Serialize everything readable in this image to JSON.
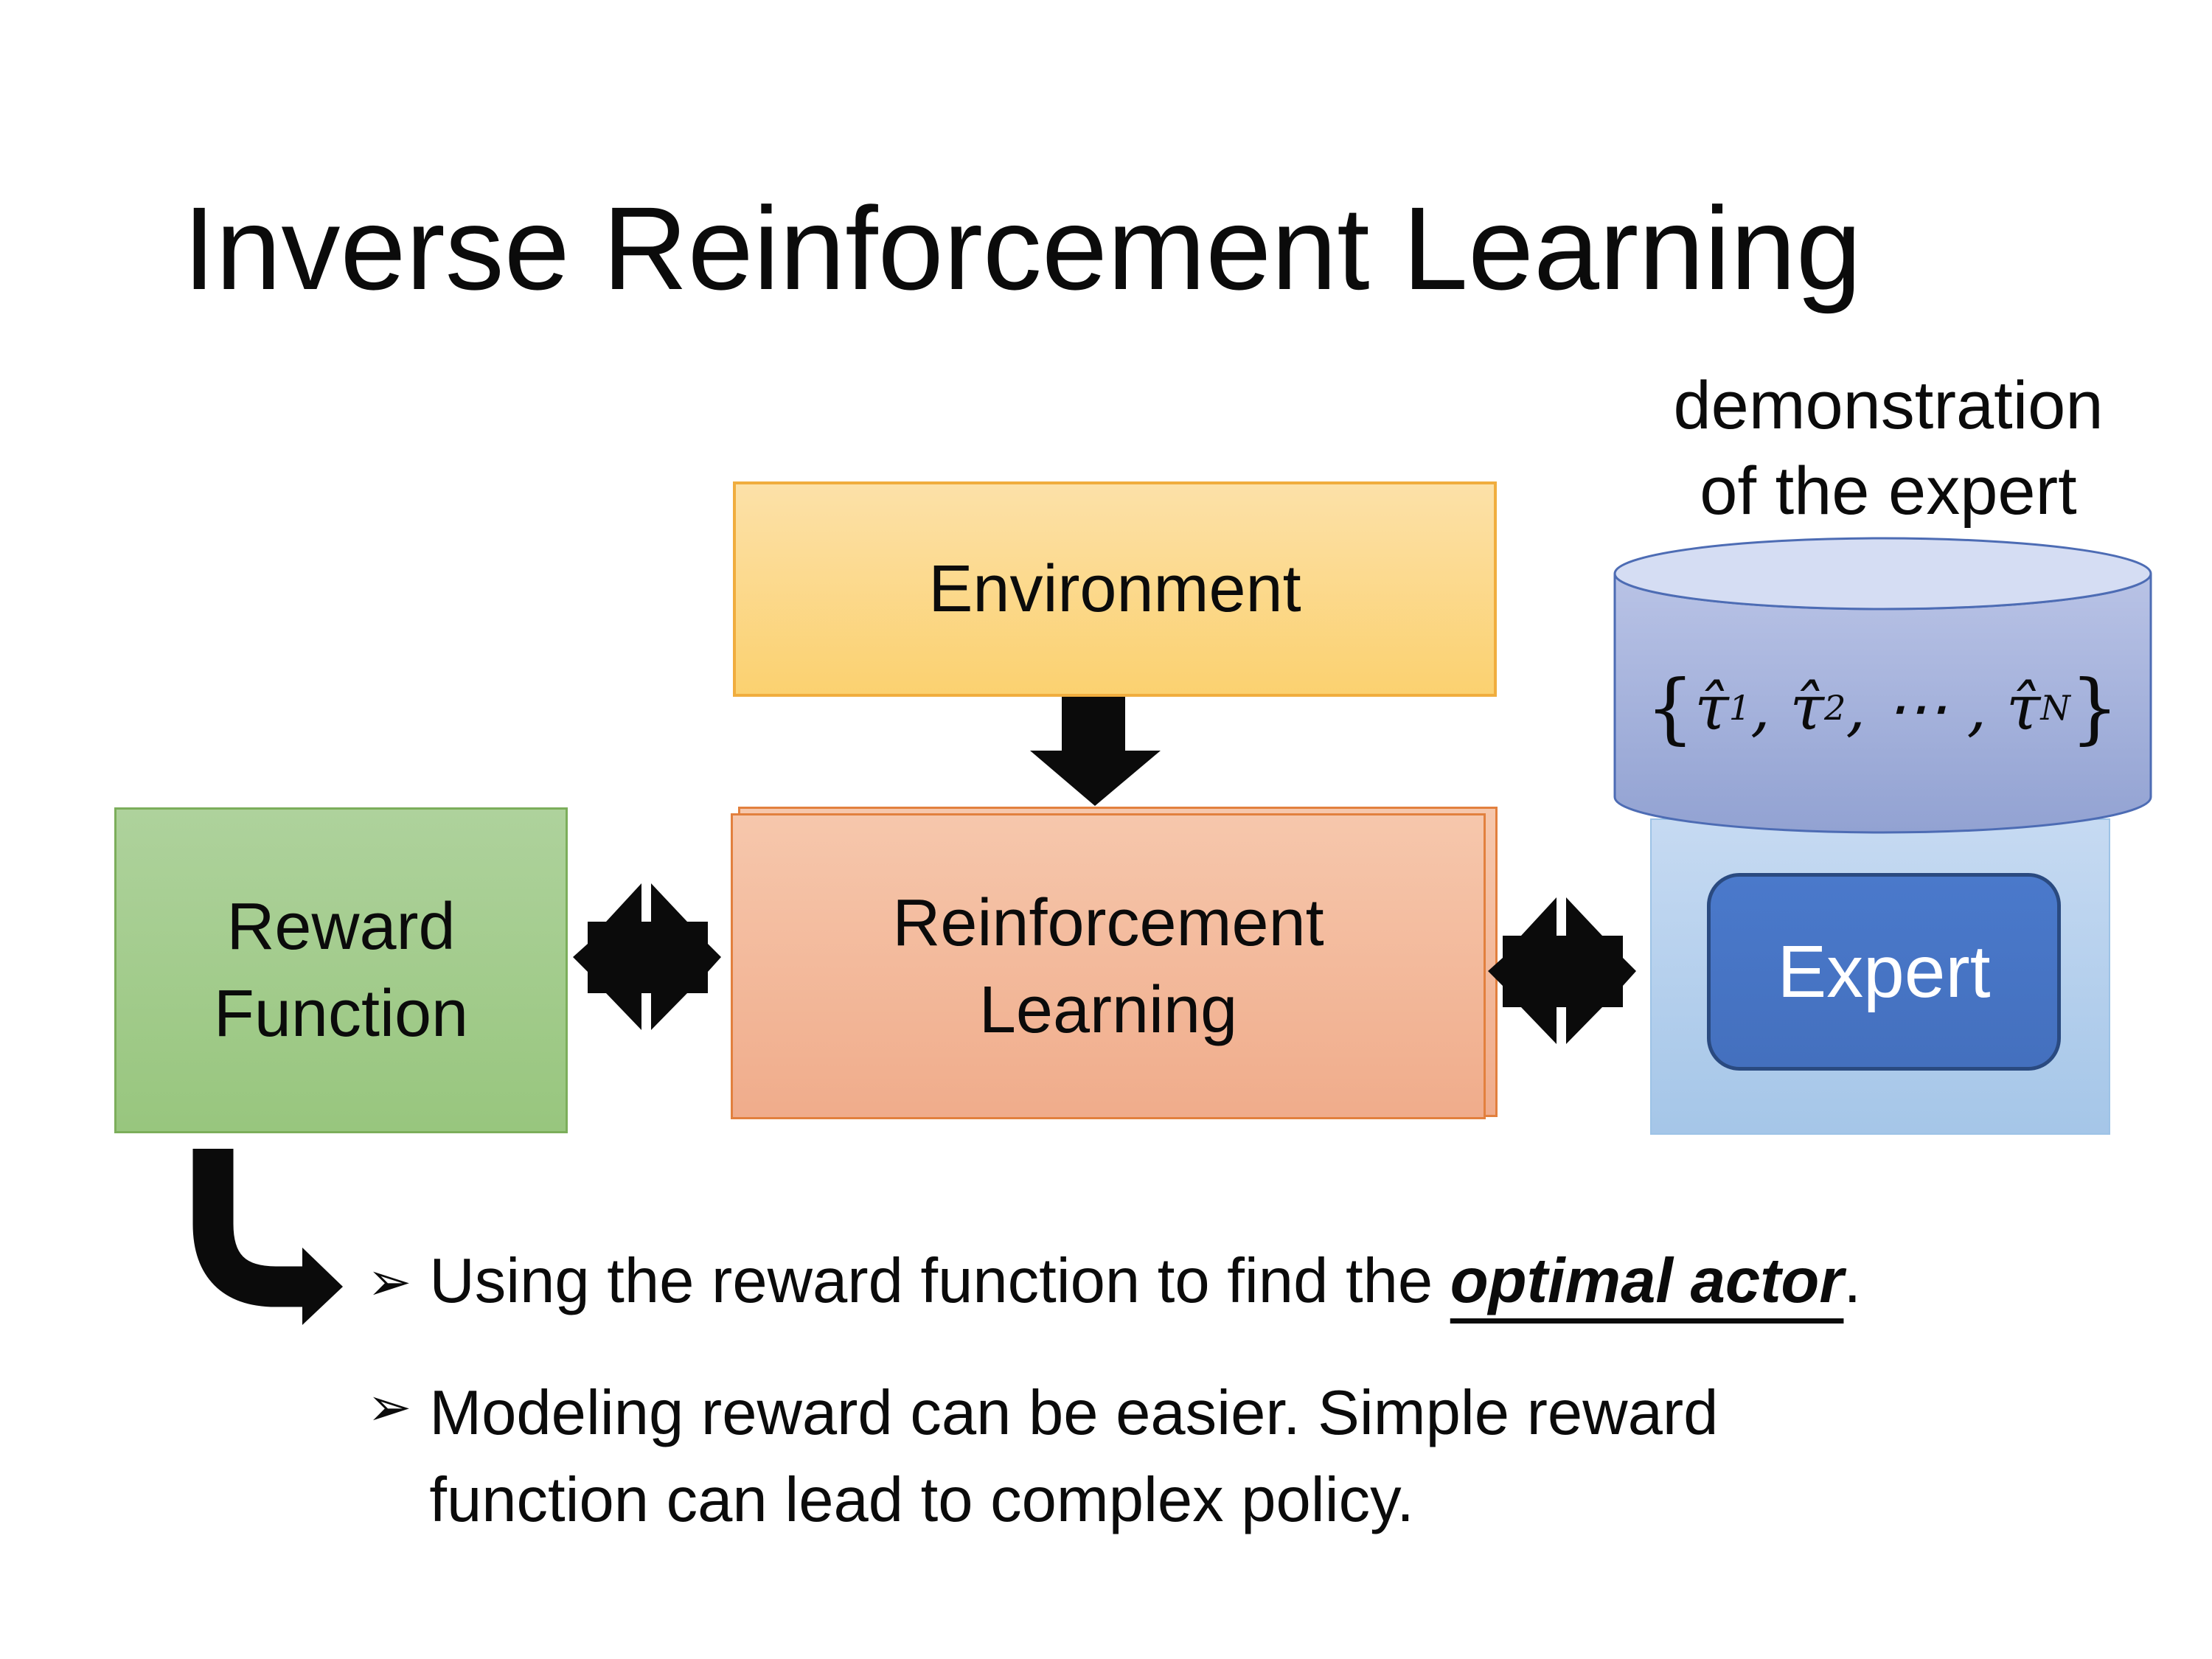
{
  "title": "Inverse Reinforcement Learning",
  "annotation": {
    "line1": "demonstration",
    "line2": "of the expert"
  },
  "nodes": {
    "environment": {
      "label": "Environment"
    },
    "reward_function": {
      "line1": "Reward",
      "line2": "Function"
    },
    "reinforcement_learning": {
      "line1": "Reinforcement",
      "line2": "Learning"
    },
    "expert": {
      "label": "Expert"
    }
  },
  "demo_db": {
    "open_brace": "{",
    "close_brace": "}",
    "terms": [
      {
        "base": "τ̂",
        "sub": "1",
        "sep": ", "
      },
      {
        "base": "τ̂",
        "sub": "2",
        "sep": ", "
      },
      {
        "base": "⋯",
        "sub": "",
        "sep": " , "
      },
      {
        "base": "τ̂",
        "sub": "N",
        "sep": ""
      }
    ]
  },
  "bullets": {
    "marker": "➢",
    "item1": {
      "prefix": "Using the reward function to find the ",
      "emphasis": "optimal actor",
      "suffix": "."
    },
    "item2": {
      "line1": "Modeling reward can be easier. Simple reward",
      "line2": "function can lead to complex policy."
    }
  },
  "icons": {
    "down_arrow": "down-arrow",
    "double_arrow": "double-headed-exchange-arrow",
    "elbow_arrow": "elbow-right-arrow",
    "database": "database-cylinder"
  },
  "colors": {
    "ink": "#0b0b0b",
    "text_white": "#ffffff",
    "env_fill_top": "#fce1a8",
    "env_fill_bottom": "#fbd170",
    "env_border": "#f0ad3e",
    "green_fill_top": "#aed29c",
    "green_fill_bottom": "#98c67e",
    "green_border": "#7cae5b",
    "orange_fill_top": "#f6c7ac",
    "orange_fill_bottom": "#f0ac8b",
    "orange_border": "#e2803e",
    "expert_fill_top": "#4a79cb",
    "expert_fill_bottom": "#4470be",
    "expert_border": "#2a4a80",
    "panel_fill_top": "#c6daf2",
    "panel_fill_bottom": "#a5c6e8",
    "panel_border": "#9dc3e6",
    "cyl_fill_top": "#b9c3e6",
    "cyl_fill_bottom": "#92a2d2",
    "cyl_top_fill": "#d5ddf3",
    "cyl_border": "#4d6cb4"
  }
}
